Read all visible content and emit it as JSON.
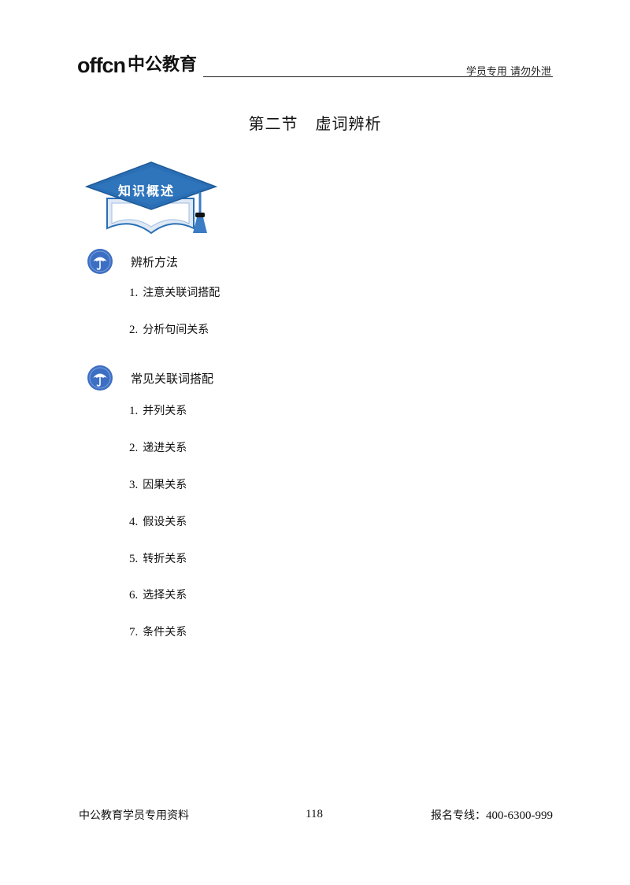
{
  "header": {
    "logo_en": "offcn",
    "logo_cn": "中公教育",
    "note": "学员专用  请勿外泄"
  },
  "section": {
    "number": "第二节",
    "title": "虚词辨析"
  },
  "badge": {
    "label": "知识概述",
    "cap_color": "#2a6fb5",
    "tassel_color": "#3b7cc4"
  },
  "topics": [
    {
      "label": "辨析方法",
      "items": [
        {
          "num": "1.",
          "text": "注意关联词搭配"
        },
        {
          "num": "2.",
          "text": "分析句间关系"
        }
      ]
    },
    {
      "label": "常见关联词搭配",
      "items": [
        {
          "num": "1.",
          "text": "并列关系"
        },
        {
          "num": "2.",
          "text": "递进关系"
        },
        {
          "num": "3.",
          "text": "因果关系"
        },
        {
          "num": "4.",
          "text": "假设关系"
        },
        {
          "num": "5.",
          "text": "转折关系"
        },
        {
          "num": "6.",
          "text": "选择关系"
        },
        {
          "num": "7.",
          "text": "条件关系"
        }
      ]
    }
  ],
  "footer": {
    "left": "中公教育学员专用资料",
    "page": "118",
    "hotline_label": "报名专线：",
    "hotline": "400-6300-999"
  },
  "colors": {
    "bullet_blue": "#3c6fc4"
  }
}
